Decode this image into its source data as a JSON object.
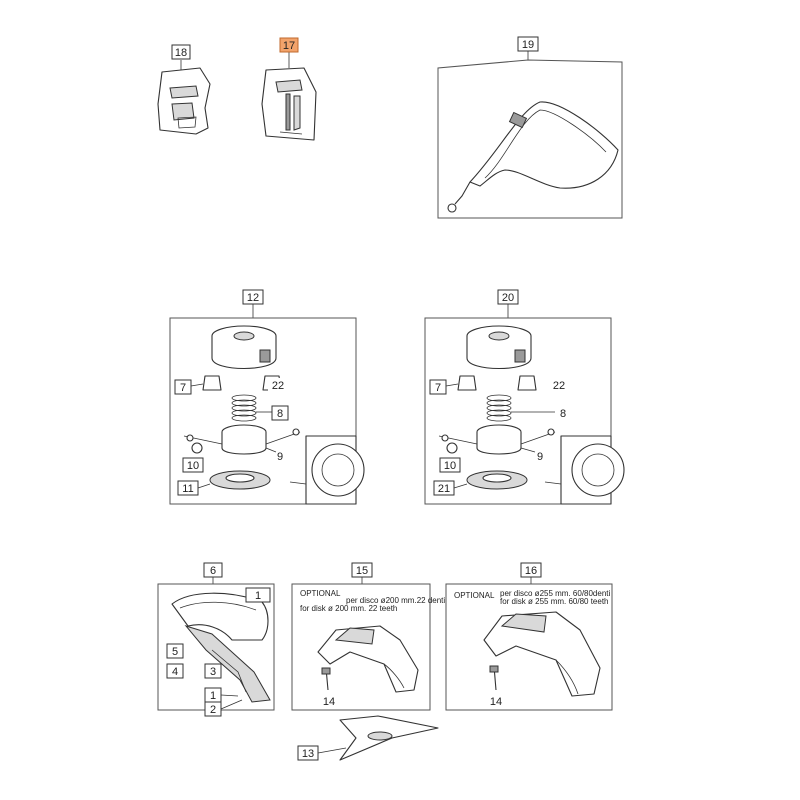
{
  "callouts": {
    "c18": "18",
    "c17": "17",
    "c19": "19",
    "c12": "12",
    "c20": "20",
    "a7": "7",
    "a22": "22",
    "a8": "8",
    "a9": "9",
    "a10": "10",
    "a11": "11",
    "b7": "7",
    "b22": "22",
    "b8": "8",
    "b9": "9",
    "b10": "10",
    "b21": "21",
    "c6": "6",
    "c15": "15",
    "c16": "16",
    "c13": "13",
    "g1a": "1",
    "g5": "5",
    "g4": "4",
    "g3": "3",
    "g1b": "1",
    "g2": "2",
    "c14a": "14",
    "c14b": "14"
  },
  "highlight_color": "#f2a36b",
  "optional15": {
    "title": "OPTIONAL",
    "line1": "per disco ø200 mm.22 denti",
    "line2": "for disk ø 200 mm. 22 teeth"
  },
  "optional16": {
    "title": "OPTIONAL",
    "line1": "per disco ø255 mm. 60/80denti",
    "line2": "for disk ø 255 mm.  60/80 teeth"
  }
}
